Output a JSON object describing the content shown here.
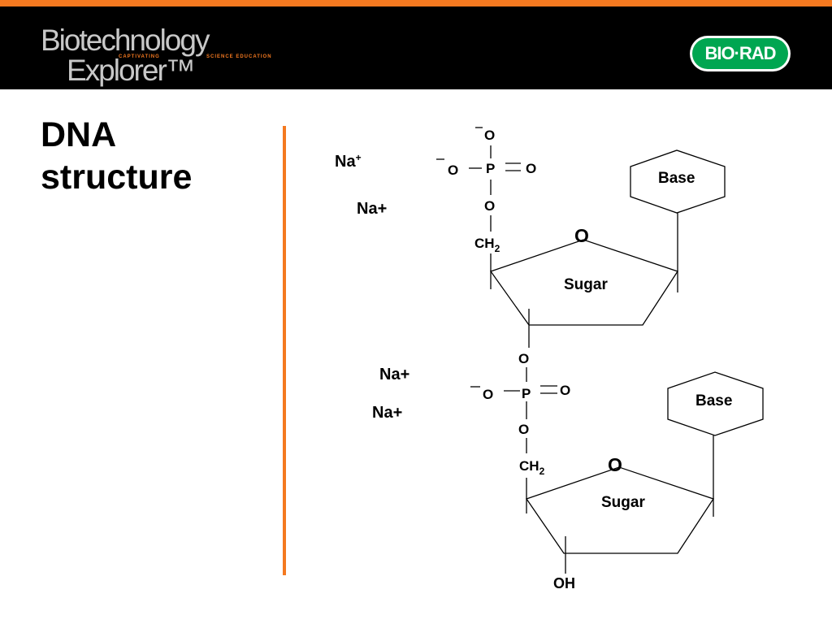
{
  "colors": {
    "accent": "#f47920",
    "brand_green": "#00a651"
  },
  "header": {
    "logo_line1": "Biotechnology",
    "logo_line2": "Explorer™",
    "logo_tag1": "CAPTIVATING",
    "logo_tag2": "SCIENCE EDUCATION",
    "brand": "BIO·RAD"
  },
  "title": "DNA structure",
  "diagram": {
    "nucleotide1": {
      "na_1": "Na",
      "na_1_sup": "+",
      "na_2": "Na+",
      "o_top": "O",
      "o_left": "O",
      "p": "P",
      "o_right": "O",
      "o_bottom": "O",
      "ch": "CH",
      "ch_sub": "2",
      "ring_o": "O",
      "sugar": "Sugar",
      "base": "Base"
    },
    "nucleotide2": {
      "na_1": "Na+",
      "na_2": "Na+",
      "o_top": "O",
      "o_left": "O",
      "p": "P",
      "o_right": "O",
      "o_bottom": "O",
      "ch": "CH",
      "ch_sub": "2",
      "ring_o": "O",
      "sugar": "Sugar",
      "base": "Base",
      "oh": "OH"
    }
  }
}
